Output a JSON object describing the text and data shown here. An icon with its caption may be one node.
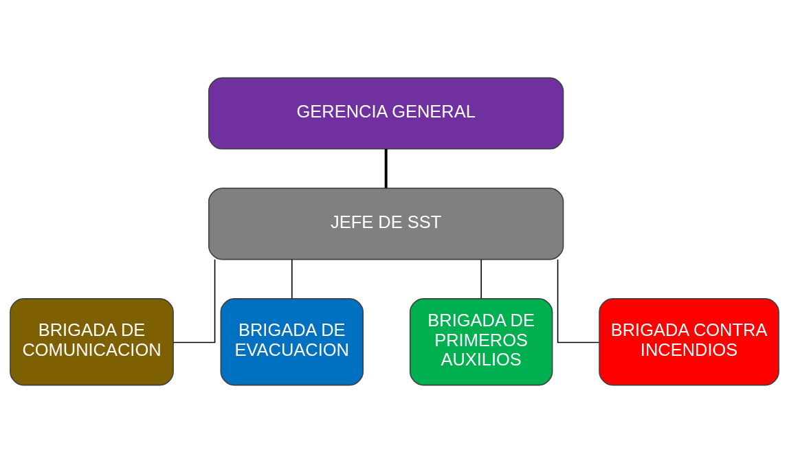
{
  "diagram": {
    "nodes": [
      {
        "text": [
          "GERENCIA GENERAL"
        ]
      },
      {
        "text": [
          "JEFE DE SST"
        ]
      },
      {
        "text": [
          "BRIGADA DE COMUNICACION"
        ]
      },
      {
        "text": [
          "BRIGADA DE EVACUACION"
        ]
      },
      {
        "text": [
          "BRIGADA DE PRIMEROS AUXILIOS"
        ]
      },
      {
        "text": [
          "BRIGADA CONTRA INCENDIOS"
        ]
      }
    ],
    "edges": [
      {
        "from": 0,
        "to": 1,
        "arrow": "none",
        "style": "thick"
      },
      {
        "from": 1,
        "to": 2,
        "arrow": "none"
      },
      {
        "from": 1,
        "to": 3,
        "arrow": "none"
      },
      {
        "from": 1,
        "to": 4,
        "arrow": "none"
      },
      {
        "from": 1,
        "to": 5,
        "arrow": "none"
      }
    ]
  }
}
